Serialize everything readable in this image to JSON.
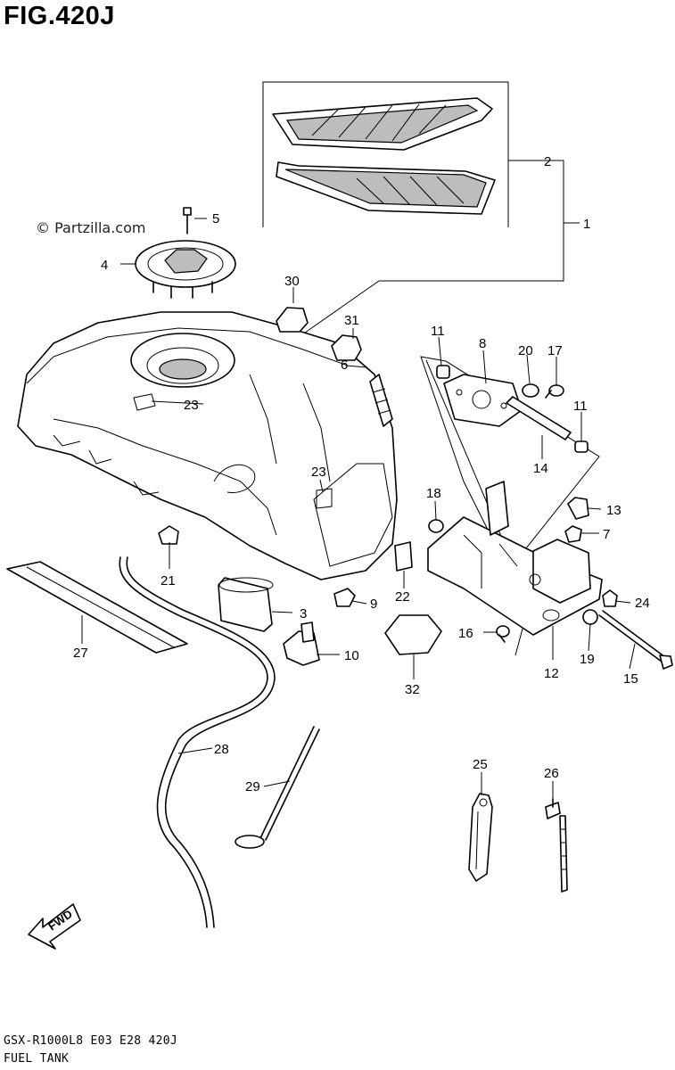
{
  "figure": {
    "title": "FIG.420J",
    "watermark": "© Partzilla.com",
    "footer_code": "GSX-R1000L8 E03 E28 420J",
    "footer_name": "FUEL TANK",
    "fwd_label": "FWD"
  },
  "callouts": [
    {
      "id": "c1",
      "label": "1"
    },
    {
      "id": "c2",
      "label": "2"
    },
    {
      "id": "c3",
      "label": "3"
    },
    {
      "id": "c4",
      "label": "4"
    },
    {
      "id": "c5",
      "label": "5"
    },
    {
      "id": "c6",
      "label": "6"
    },
    {
      "id": "c7",
      "label": "7"
    },
    {
      "id": "c8",
      "label": "8"
    },
    {
      "id": "c9",
      "label": "9"
    },
    {
      "id": "c10",
      "label": "10"
    },
    {
      "id": "c11a",
      "label": "11"
    },
    {
      "id": "c11b",
      "label": "11"
    },
    {
      "id": "c12",
      "label": "12"
    },
    {
      "id": "c13",
      "label": "13"
    },
    {
      "id": "c14",
      "label": "14"
    },
    {
      "id": "c15",
      "label": "15"
    },
    {
      "id": "c16",
      "label": "16"
    },
    {
      "id": "c17",
      "label": "17"
    },
    {
      "id": "c18",
      "label": "18"
    },
    {
      "id": "c19",
      "label": "19"
    },
    {
      "id": "c20",
      "label": "20"
    },
    {
      "id": "c21",
      "label": "21"
    },
    {
      "id": "c22",
      "label": "22"
    },
    {
      "id": "c23a",
      "label": "23"
    },
    {
      "id": "c23b",
      "label": "23"
    },
    {
      "id": "c24",
      "label": "24"
    },
    {
      "id": "c25",
      "label": "25"
    },
    {
      "id": "c26",
      "label": "26"
    },
    {
      "id": "c27",
      "label": "27"
    },
    {
      "id": "c28",
      "label": "28"
    },
    {
      "id": "c29",
      "label": "29"
    },
    {
      "id": "c30",
      "label": "30"
    },
    {
      "id": "c31",
      "label": "31"
    },
    {
      "id": "c32",
      "label": "32"
    }
  ]
}
